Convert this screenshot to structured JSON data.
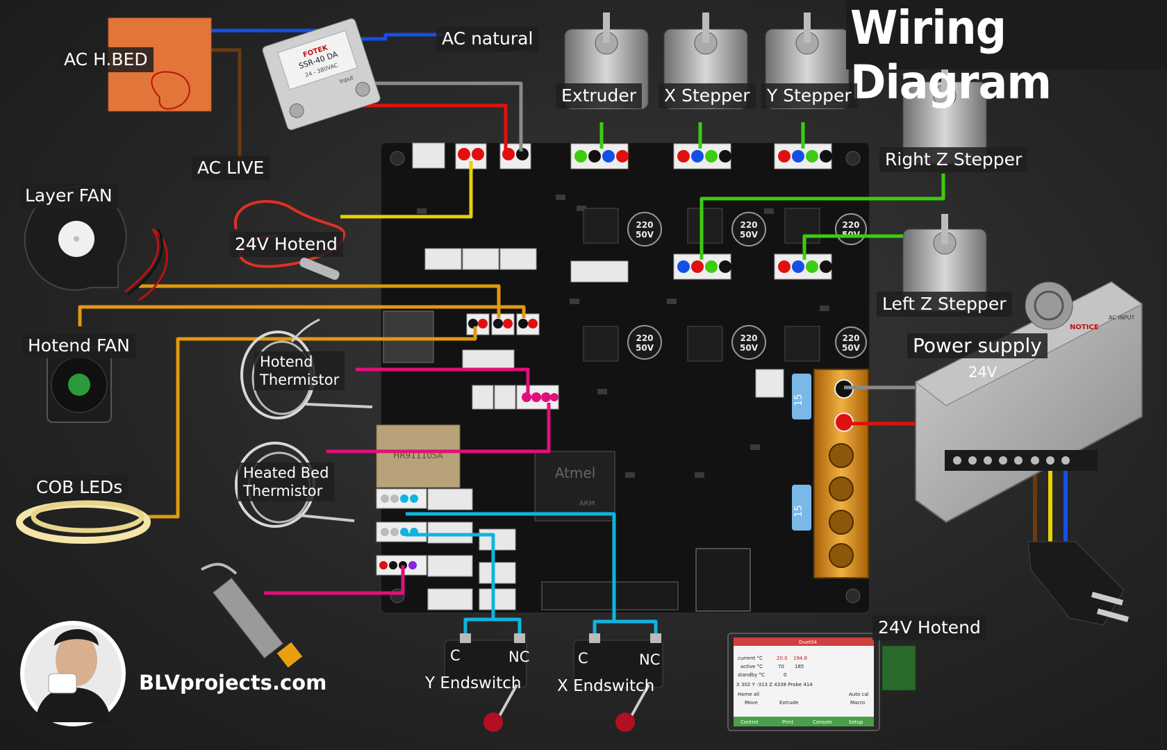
{
  "title": "Wiring Diagram",
  "site": "BLVprojects.com",
  "labels": {
    "ac_hbed": "AC H.BED",
    "ac_live": "AC LIVE",
    "ac_natural": "AC natural",
    "layer_fan": "Layer FAN",
    "hotend_24v_top": "24V Hotend",
    "hotend_fan": "Hotend FAN",
    "hotend_thermistor_1": "Hotend",
    "hotend_thermistor_2": "Thermistor",
    "bed_thermistor_1": "Heated Bed",
    "bed_thermistor_2": "Thermistor",
    "cob_leds": "COB LEDs",
    "extruder": "Extruder",
    "x_stepper": "X Stepper",
    "y_stepper": "Y Stepper",
    "right_z": "Right Z Stepper",
    "left_z": "Left Z Stepper",
    "power_supply": "Power supply",
    "power_voltage": "24V",
    "hotend_24v_bottom": "24V Hotend",
    "y_endswitch": "Y Endswitch",
    "x_endswitch": "X Endswitch",
    "c": "C",
    "nc": "NC"
  },
  "board": {
    "chip": "Atmel",
    "chip_sub": "ARM",
    "cap": "220",
    "cap2": "50V",
    "fuse": "15",
    "eth": "HR911105A"
  },
  "ssr": {
    "brand": "FOTEK",
    "model": "SSR-40 DA",
    "range": "24 - 380VAC",
    "input": "Input"
  },
  "lcd": {
    "title": "Duet04",
    "current": "current °C",
    "active": "active °C",
    "standby": "standby °C",
    "current_val": "20.0",
    "current_val2": "194.8",
    "active_val": "70",
    "active_val2": "185",
    "standby_val": "0",
    "coords": "X 302   Y -313   Z 4338   Probe 414",
    "home": "Home all",
    "autocal": "Auto cal",
    "move": "Move",
    "extrude": "Extrude",
    "macro": "Macro",
    "tab1": "Control",
    "tab2": "Print",
    "tab3": "Console",
    "tab4": "Setup"
  },
  "psu": {
    "notice": "NOTICE",
    "ac_input": "AC INPUT"
  },
  "colors": {
    "background": "#262626",
    "wire_blue": "#1450e6",
    "wire_red": "#e01010",
    "wire_brown": "#6b3a10",
    "wire_yellow": "#e8d200",
    "wire_orange": "#e09a10",
    "wire_green": "#3ccc10",
    "wire_magenta": "#e0107a",
    "wire_cyan": "#10b4e0",
    "wire_grey": "#8a8a8a",
    "terminal_amber": "#d8901a"
  }
}
